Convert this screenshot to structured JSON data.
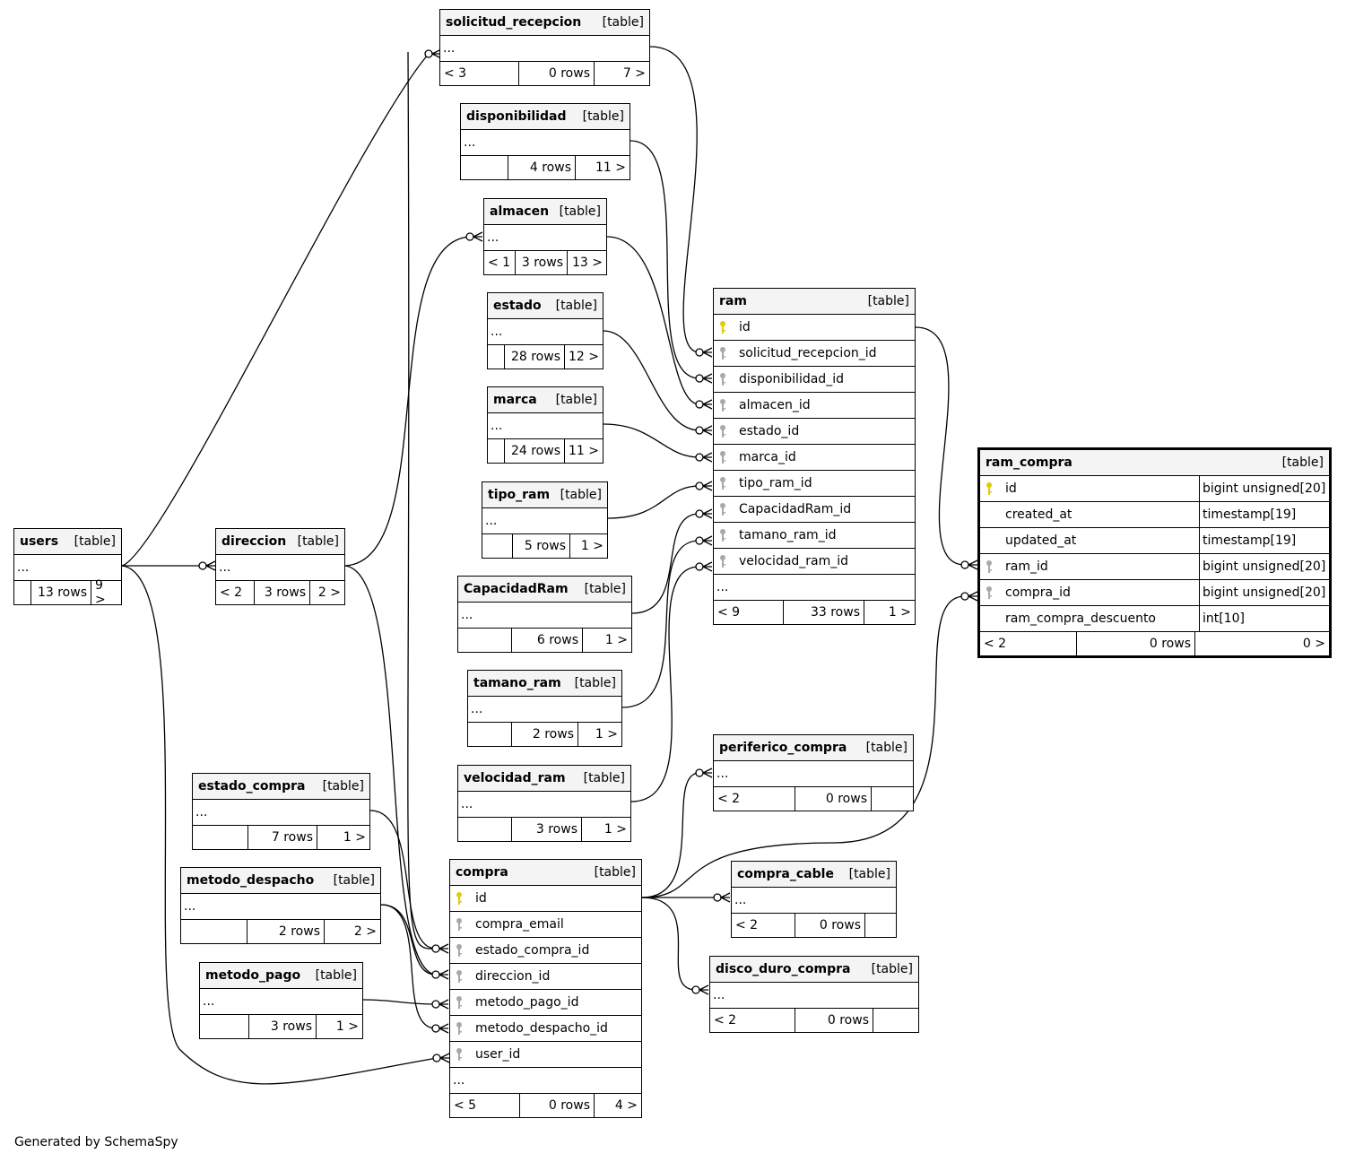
{
  "footer": "Generated by SchemaSpy",
  "type_label": "[table]",
  "ellipsis": "...",
  "tables": {
    "solicitud_recepcion": {
      "name": "solicitud_recepcion",
      "parents": "< 3",
      "rows": "0 rows",
      "children": "7 >"
    },
    "disponibilidad": {
      "name": "disponibilidad",
      "parents": "",
      "rows": "4 rows",
      "children": "11 >"
    },
    "almacen": {
      "name": "almacen",
      "parents": "< 1",
      "rows": "3 rows",
      "children": "13 >"
    },
    "estado": {
      "name": "estado",
      "parents": "",
      "rows": "28 rows",
      "children": "12 >"
    },
    "marca": {
      "name": "marca",
      "parents": "",
      "rows": "24 rows",
      "children": "11 >"
    },
    "tipo_ram": {
      "name": "tipo_ram",
      "parents": "",
      "rows": "5 rows",
      "children": "1 >"
    },
    "CapacidadRam": {
      "name": "CapacidadRam",
      "parents": "",
      "rows": "6 rows",
      "children": "1 >"
    },
    "tamano_ram": {
      "name": "tamano_ram",
      "parents": "",
      "rows": "2 rows",
      "children": "1 >"
    },
    "velocidad_ram": {
      "name": "velocidad_ram",
      "parents": "",
      "rows": "3 rows",
      "children": "1 >"
    },
    "users": {
      "name": "users",
      "parents": "",
      "rows": "13 rows",
      "children": "9 >"
    },
    "direccion": {
      "name": "direccion",
      "parents": "< 2",
      "rows": "3 rows",
      "children": "2 >"
    },
    "estado_compra": {
      "name": "estado_compra",
      "parents": "",
      "rows": "7 rows",
      "children": "1 >"
    },
    "metodo_despacho": {
      "name": "metodo_despacho",
      "parents": "",
      "rows": "2 rows",
      "children": "2 >"
    },
    "metodo_pago": {
      "name": "metodo_pago",
      "parents": "",
      "rows": "3 rows",
      "children": "1 >"
    },
    "periferico_compra": {
      "name": "periferico_compra",
      "parents": "< 2",
      "rows": "0 rows",
      "children": ""
    },
    "compra_cable": {
      "name": "compra_cable",
      "parents": "< 2",
      "rows": "0 rows",
      "children": ""
    },
    "disco_duro_compra": {
      "name": "disco_duro_compra",
      "parents": "< 2",
      "rows": "0 rows",
      "children": ""
    },
    "ram": {
      "name": "ram",
      "parents": "< 9",
      "rows": "33 rows",
      "children": "1 >",
      "columns": [
        {
          "name": "id",
          "key": "primary"
        },
        {
          "name": "solicitud_recepcion_id",
          "key": "foreign"
        },
        {
          "name": "disponibilidad_id",
          "key": "foreign"
        },
        {
          "name": "almacen_id",
          "key": "foreign"
        },
        {
          "name": "estado_id",
          "key": "foreign"
        },
        {
          "name": "marca_id",
          "key": "foreign"
        },
        {
          "name": "tipo_ram_id",
          "key": "foreign"
        },
        {
          "name": "CapacidadRam_id",
          "key": "foreign"
        },
        {
          "name": "tamano_ram_id",
          "key": "foreign"
        },
        {
          "name": "velocidad_ram_id",
          "key": "foreign"
        }
      ]
    },
    "compra": {
      "name": "compra",
      "parents": "< 5",
      "rows": "0 rows",
      "children": "4 >",
      "columns": [
        {
          "name": "id",
          "key": "primary"
        },
        {
          "name": "compra_email",
          "key": "foreign"
        },
        {
          "name": "estado_compra_id",
          "key": "foreign"
        },
        {
          "name": "direccion_id",
          "key": "foreign"
        },
        {
          "name": "metodo_pago_id",
          "key": "foreign"
        },
        {
          "name": "metodo_despacho_id",
          "key": "foreign"
        },
        {
          "name": "user_id",
          "key": "foreign"
        }
      ]
    },
    "ram_compra": {
      "name": "ram_compra",
      "parents": "< 2",
      "rows": "0 rows",
      "children": "0 >",
      "columns": [
        {
          "name": "id",
          "key": "primary",
          "type": "bigint unsigned[20]"
        },
        {
          "name": "created_at",
          "key": "",
          "type": "timestamp[19]"
        },
        {
          "name": "updated_at",
          "key": "",
          "type": "timestamp[19]"
        },
        {
          "name": "ram_id",
          "key": "foreign",
          "type": "bigint unsigned[20]"
        },
        {
          "name": "compra_id",
          "key": "foreign",
          "type": "bigint unsigned[20]"
        },
        {
          "name": "ram_compra_descuento",
          "key": "",
          "type": "int[10]"
        }
      ]
    }
  },
  "colors": {
    "primary_key": "#e6c800",
    "foreign_key": "#a8a8a8",
    "header_bg": "#f4f4f4"
  }
}
